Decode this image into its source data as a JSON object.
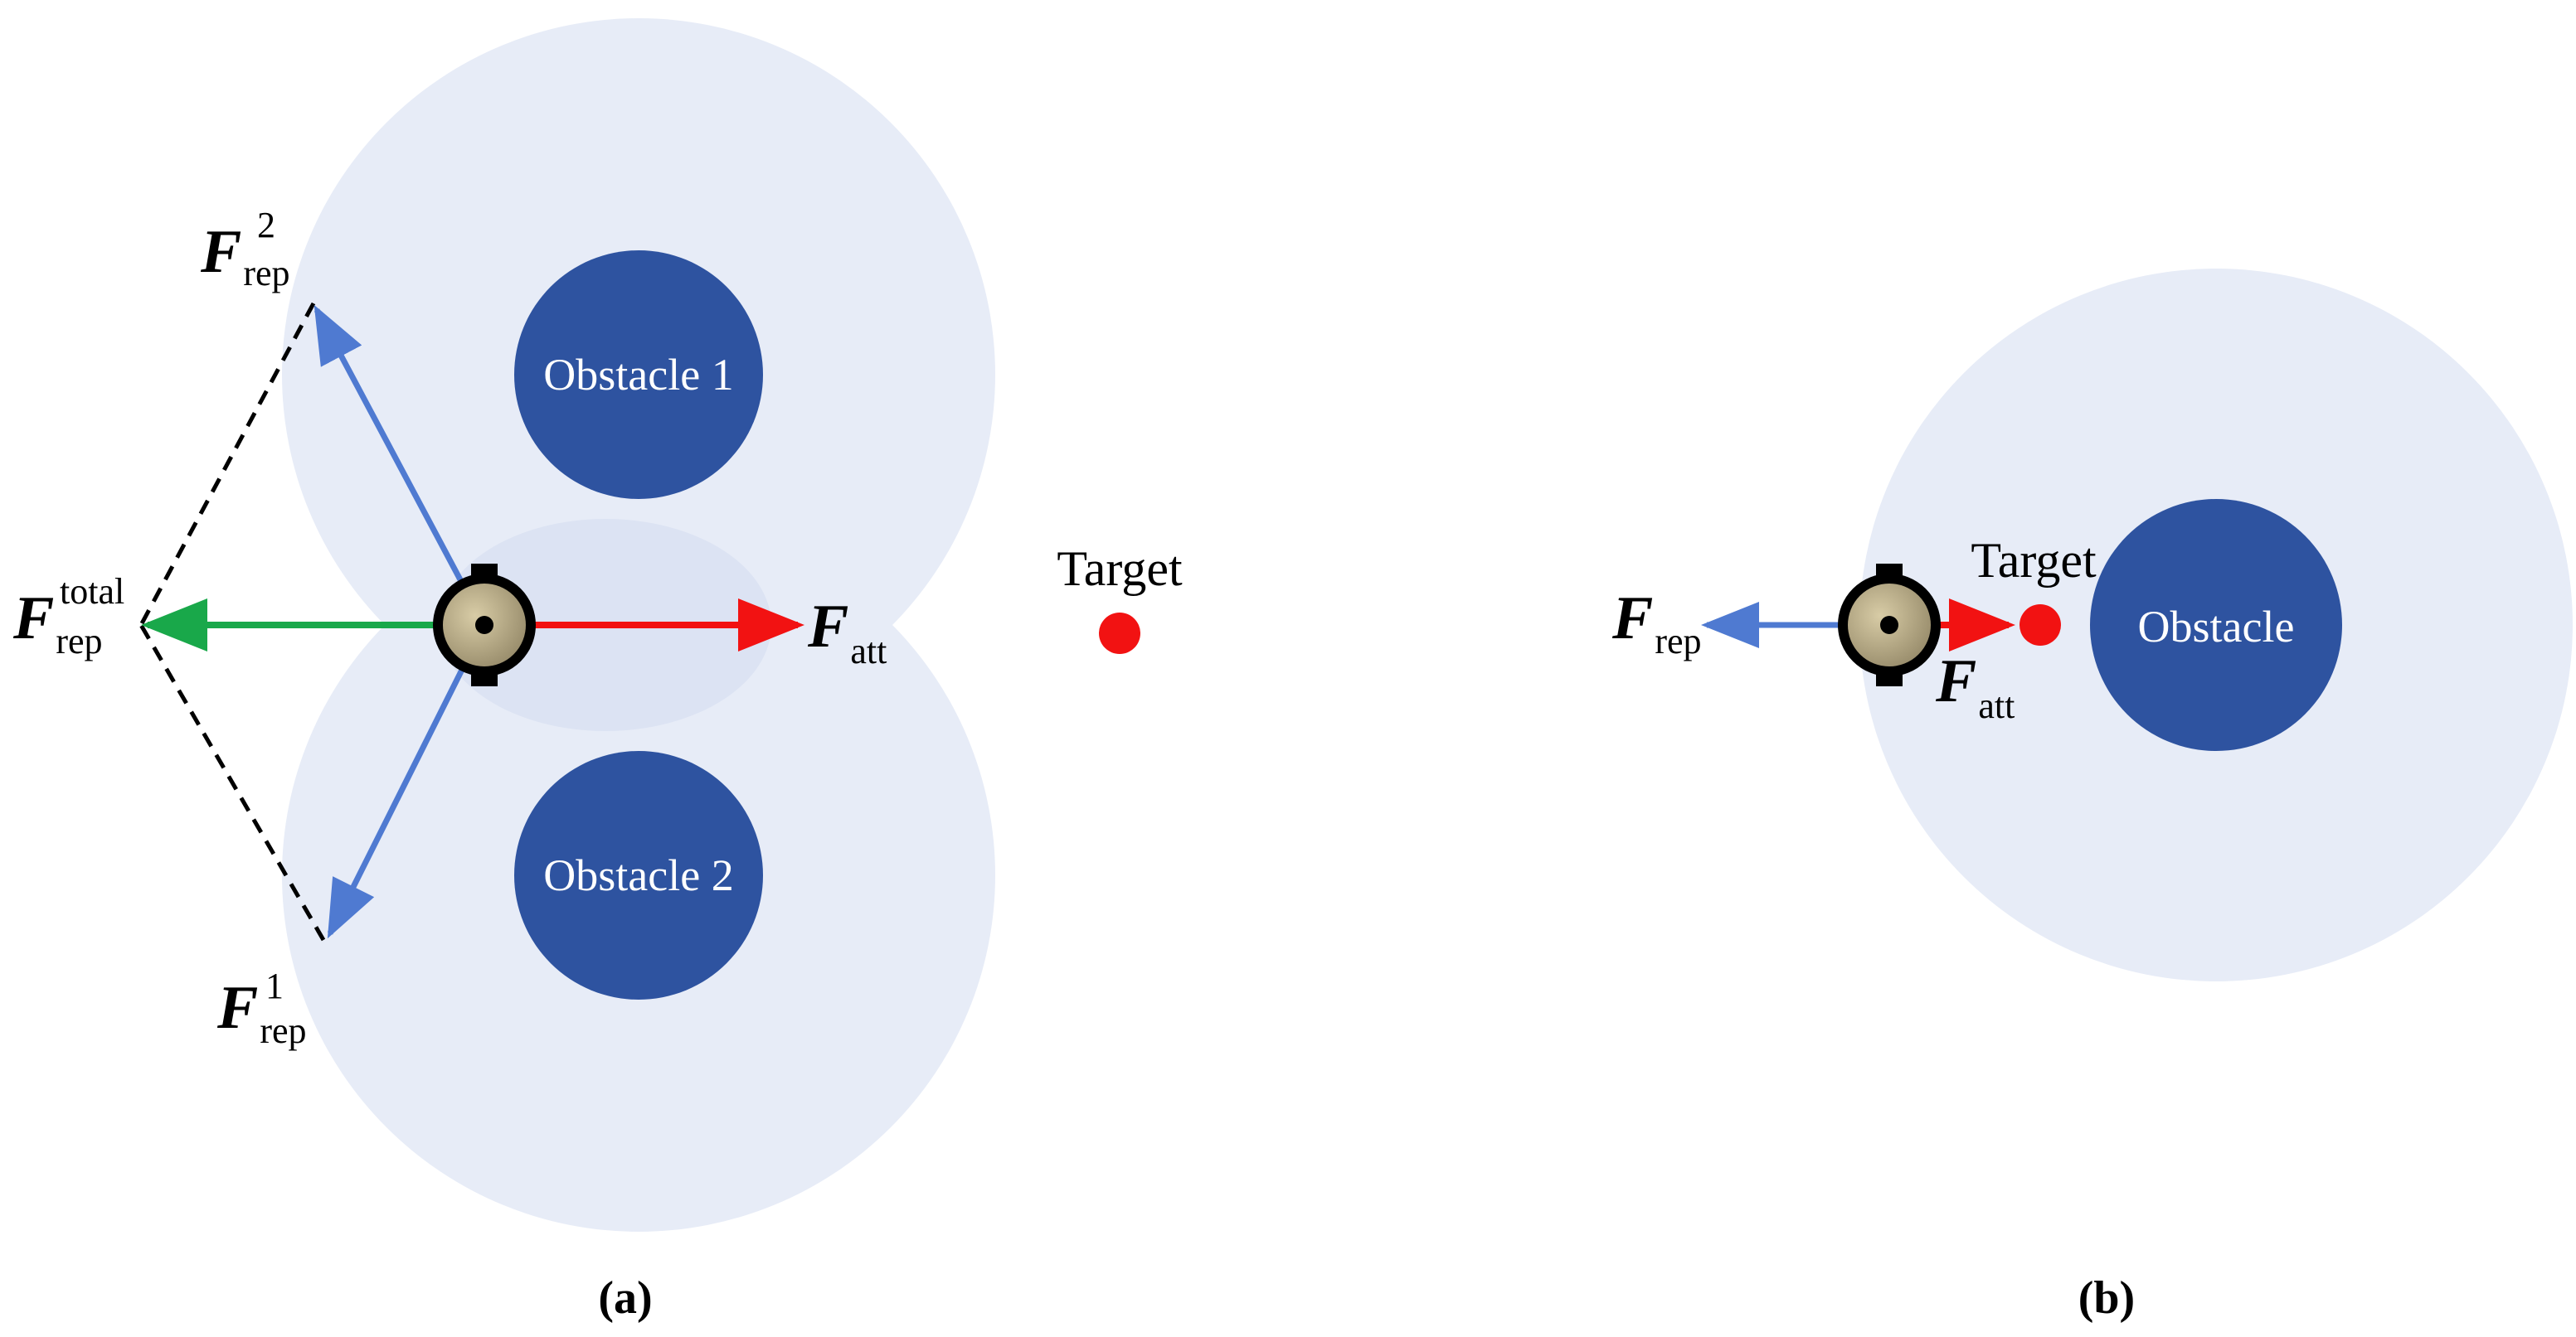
{
  "colors": {
    "influence_zone": "#E7ECF7",
    "obstacle": "#2E53A0",
    "repulsive_force": "#4F7AD1",
    "attractive_force": "#F21212",
    "total_force": "#19A84A",
    "target": "#F21212",
    "robot_body": "#B3A680",
    "robot_outline": "#000000"
  },
  "panel_a": {
    "label": "(a)",
    "obstacle_1": "Obstacle 1",
    "obstacle_2": "Obstacle 2",
    "target": "Target",
    "f_rep_2": {
      "main": "F",
      "sub": "rep",
      "sup": "2"
    },
    "f_rep_1": {
      "main": "F",
      "sub": "rep",
      "sup": "1"
    },
    "f_rep_total": {
      "main": "F",
      "sub": "rep",
      "sup": "total"
    },
    "f_att": {
      "main": "F",
      "sub": "att"
    }
  },
  "panel_b": {
    "label": "(b)",
    "obstacle": "Obstacle",
    "target": "Target",
    "f_rep": {
      "main": "F",
      "sub": "rep"
    },
    "f_att": {
      "main": "F",
      "sub": "att"
    }
  }
}
